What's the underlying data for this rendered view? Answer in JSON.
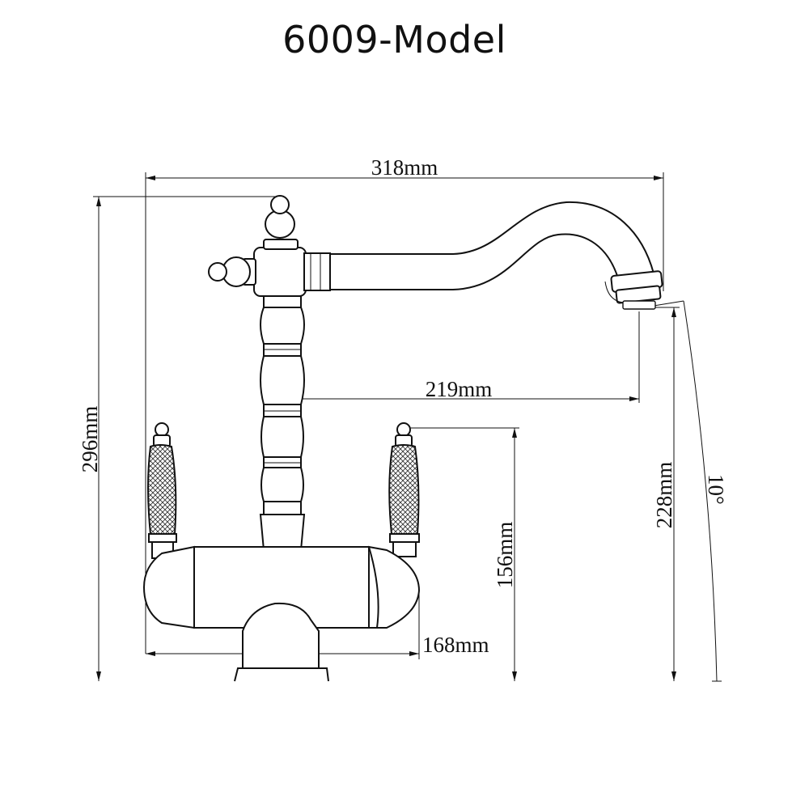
{
  "title": "6009-Model",
  "dimensions": {
    "overall_width": "318mm",
    "overall_height": "296mm",
    "spout_reach": "219mm",
    "spout_height": "228mm",
    "handle_height": "156mm",
    "base_width": "168mm",
    "swivel_angle": "10°"
  },
  "colors": {
    "line": "#111111",
    "background": "#ffffff"
  }
}
